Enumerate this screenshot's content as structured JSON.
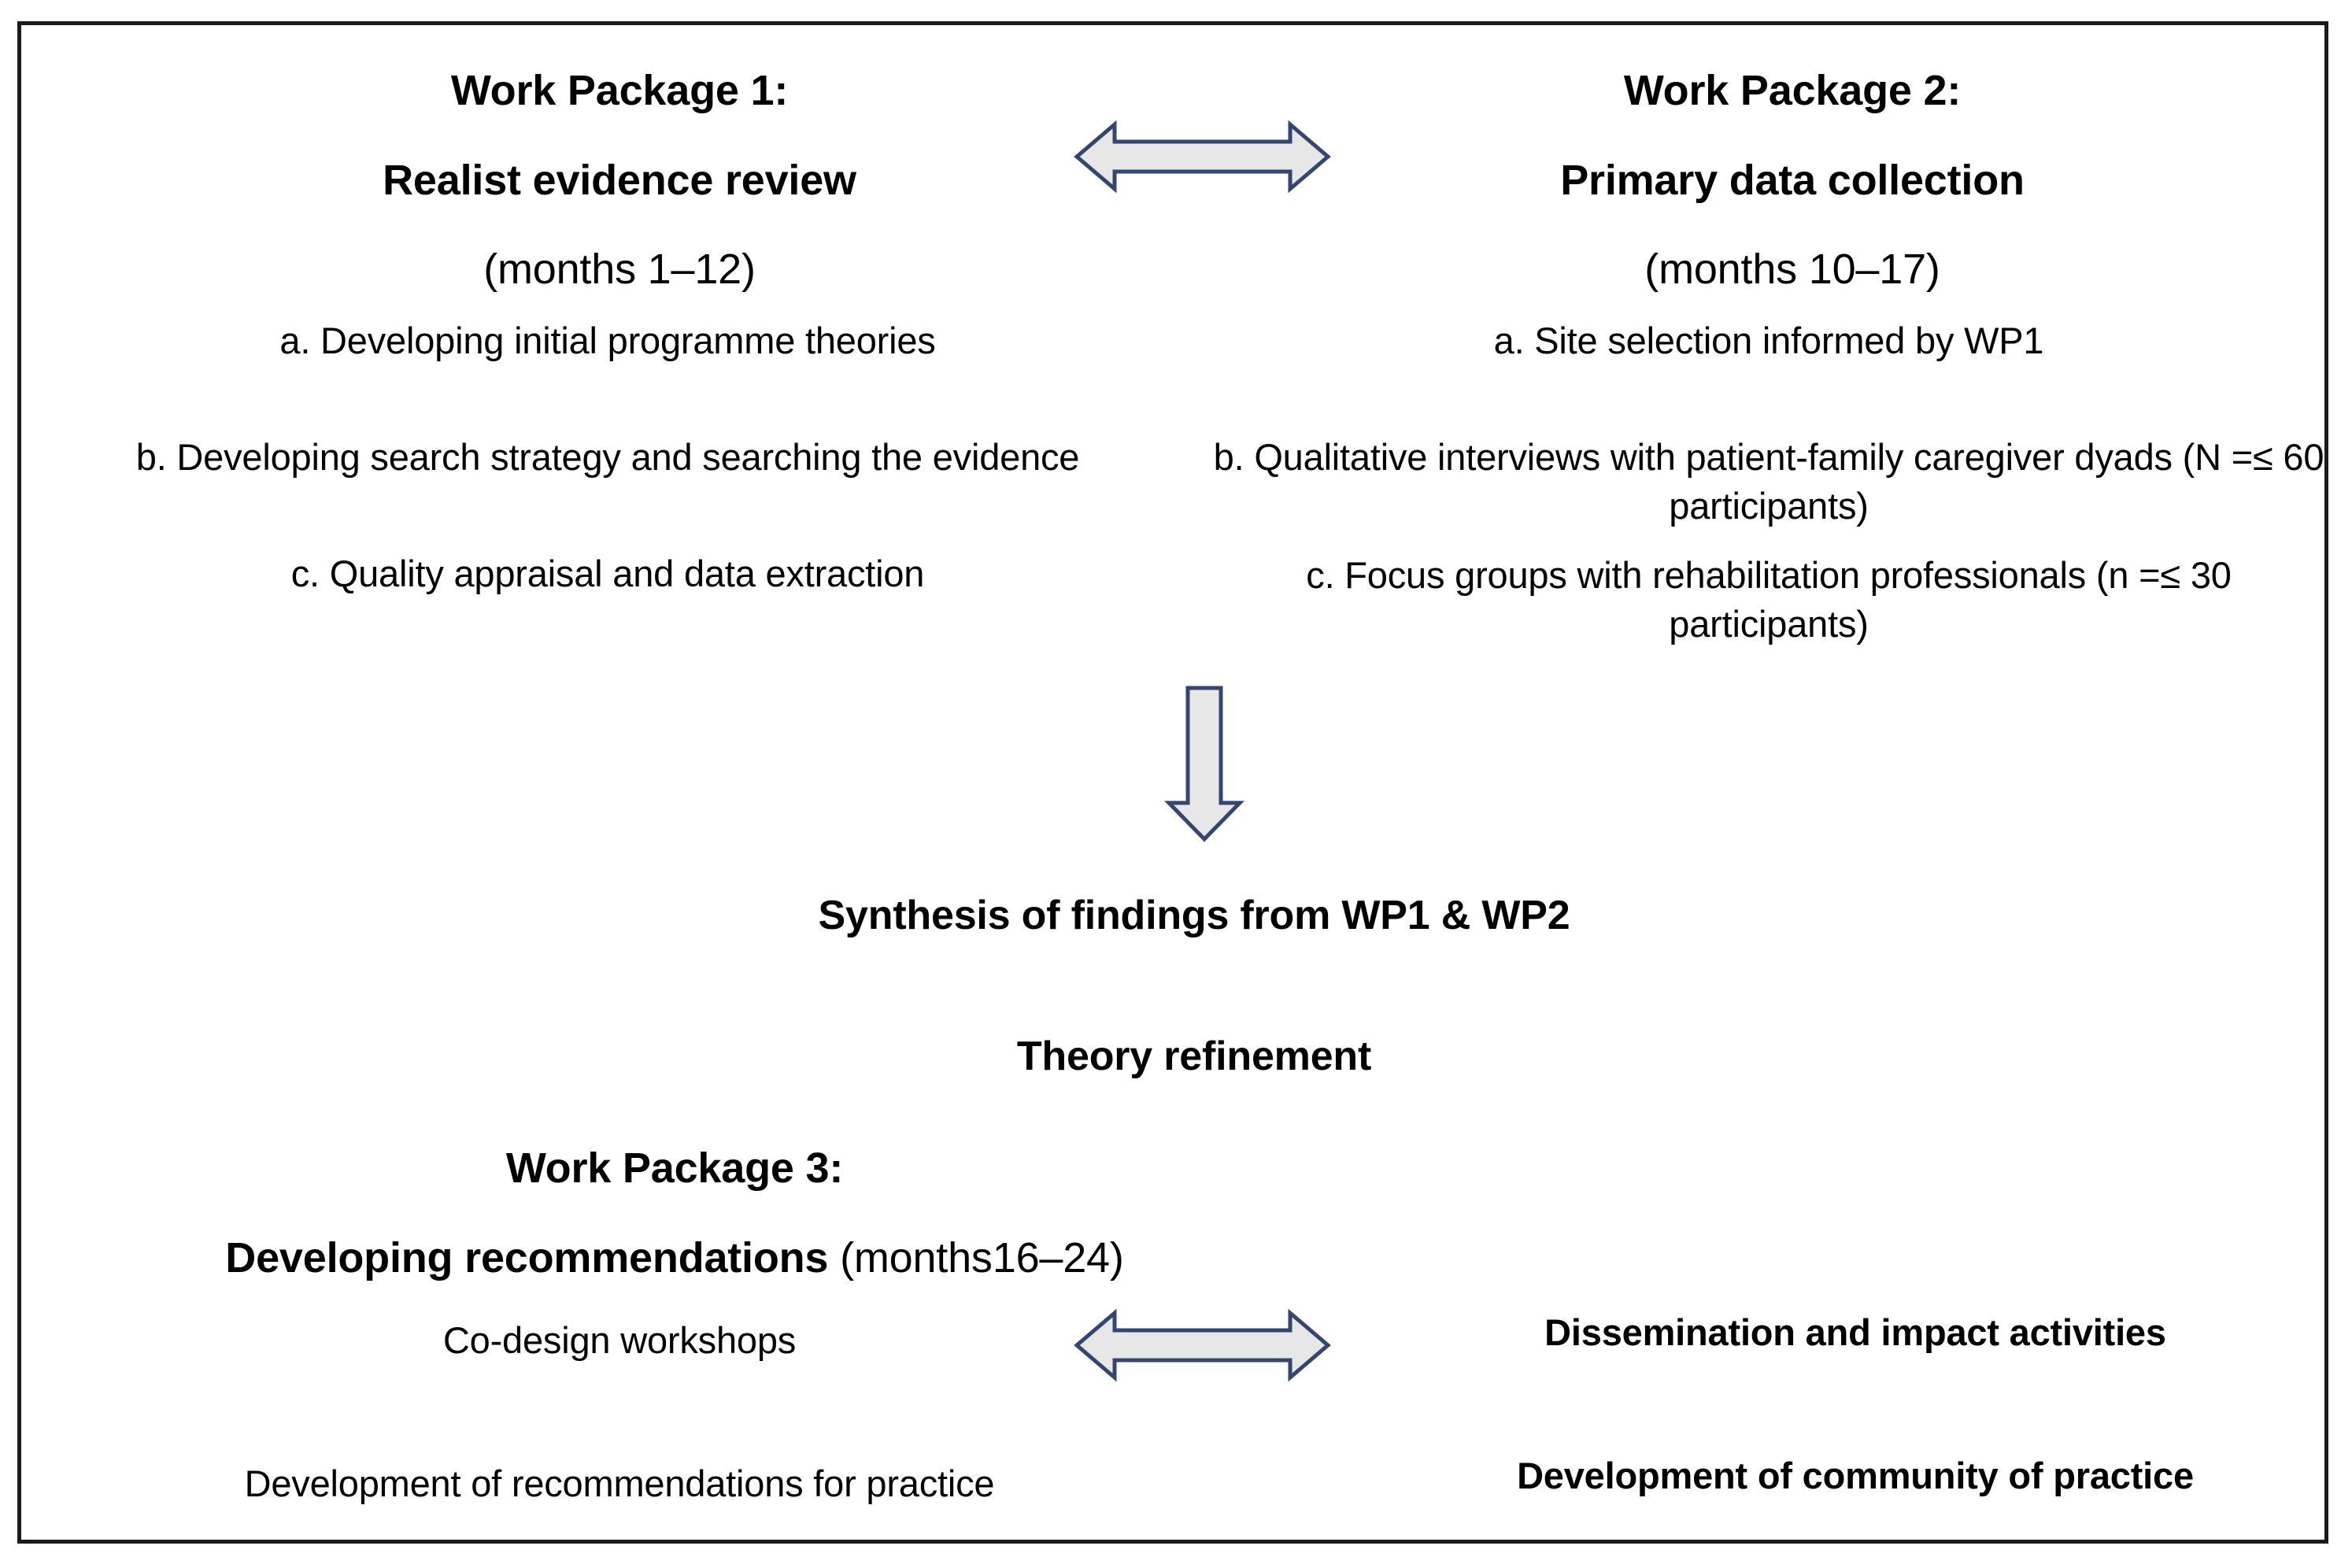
{
  "colors": {
    "frame_border": "#1a1a1a",
    "arrow_fill": "#E7E7E7",
    "arrow_stroke": "#344570",
    "text": "#000000",
    "background": "#ffffff"
  },
  "wp1": {
    "title_line1": "Work Package 1:",
    "title_line2": "Realist evidence review",
    "months": "(months 1–12)",
    "items": [
      "a.    Developing initial programme theories",
      "b. Developing search strategy and searching the evidence",
      "c. Quality appraisal and data extraction"
    ]
  },
  "wp2": {
    "title_line1": "Work Package 2:",
    "title_line2": "Primary data collection",
    "months": "(months 10–17)",
    "items": [
      "a.    Site selection informed by WP1",
      "b. Qualitative interviews with patient-family caregiver dyads (N =≤ 60 participants)",
      "c. Focus groups with rehabilitation professionals (n =≤ 30 participants)"
    ]
  },
  "synthesis": {
    "line1": "Synthesis of findings from WP1 & WP2",
    "line2": "Theory refinement"
  },
  "wp3": {
    "title_line1": "Work Package 3:",
    "title_line2_bold": "Developing recommendations",
    "title_line2_months": " (months16–24)",
    "left_items": [
      "Co-design workshops",
      "Development of recommendations for practice"
    ],
    "right_items": [
      "Dissemination and impact activities",
      "Development of community of practice"
    ]
  },
  "arrows": {
    "wp1_wp2": "double-headed-horizontal-arrow",
    "to_synthesis": "down-arrow",
    "wp3_link": "double-headed-horizontal-arrow"
  },
  "chart_data": {
    "type": "table",
    "title": "Work package flow diagram",
    "nodes": [
      {
        "id": "WP1",
        "label": "Work Package 1: Realist evidence review",
        "months": "1-12"
      },
      {
        "id": "WP2",
        "label": "Work Package 2: Primary data collection",
        "months": "10-17"
      },
      {
        "id": "SYN",
        "label": "Synthesis of findings from WP1 & WP2 / Theory refinement",
        "months": ""
      },
      {
        "id": "WP3",
        "label": "Work Package 3: Developing recommendations",
        "months": "16-24"
      }
    ],
    "edges": [
      {
        "from": "WP1",
        "to": "WP2",
        "style": "bidirectional"
      },
      {
        "from": "WP1+WP2",
        "to": "SYN",
        "style": "down"
      },
      {
        "from": "WP3-left",
        "to": "WP3-right",
        "style": "bidirectional"
      }
    ]
  }
}
